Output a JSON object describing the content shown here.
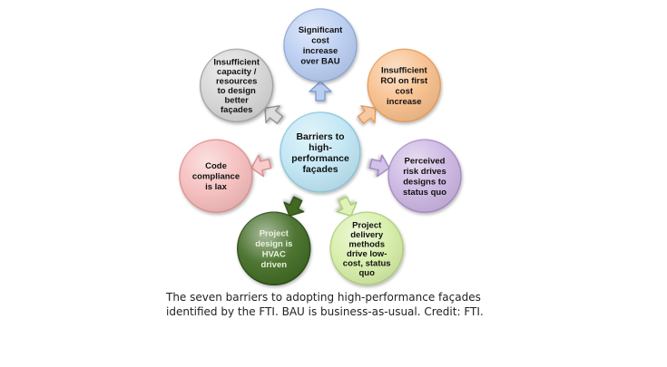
{
  "diagram": {
    "center": {
      "lines": [
        "Barriers to",
        "high-",
        "performance",
        "façades"
      ],
      "fill": "#bfe6f4",
      "stroke": "#8fc9df"
    },
    "nodes": [
      {
        "id": "significant-cost",
        "lines": [
          "Significant",
          "cost",
          "increase",
          "over BAU"
        ],
        "fill": "#b9cdf1",
        "stroke": "#93acd9",
        "text_color": "#111111"
      },
      {
        "id": "insufficient-roi",
        "lines": [
          "Insufficient",
          "ROI on first",
          "cost",
          "increase"
        ],
        "fill": "#f8be8a",
        "stroke": "#e6a062",
        "text_color": "#111111"
      },
      {
        "id": "perceived-risk",
        "lines": [
          "Perceived",
          "risk drives",
          "designs to",
          "status quo"
        ],
        "fill": "#cbb5e2",
        "stroke": "#a98fc6",
        "text_color": "#111111"
      },
      {
        "id": "project-delivery",
        "lines": [
          "Project",
          "delivery",
          "methods",
          "drive low-",
          "cost, status",
          "quo"
        ],
        "fill": "#d6eea7",
        "stroke": "#b3d27d",
        "text_color": "#111111"
      },
      {
        "id": "hvac-driven",
        "lines": [
          "Project",
          "design is",
          "HVAC",
          "driven"
        ],
        "fill": "#3f6a23",
        "stroke": "#2d4f18",
        "text_color": "#e8f2dc"
      },
      {
        "id": "code-compliance",
        "lines": [
          "Code",
          "compliance",
          "is lax"
        ],
        "fill": "#f5bcbc",
        "stroke": "#e39595",
        "text_color": "#111111"
      },
      {
        "id": "insufficient-capacity",
        "lines": [
          "Insufficient",
          "capacity /",
          "resources",
          "to design",
          "better",
          "façades"
        ],
        "fill": "#d6d6d6",
        "stroke": "#a8a8a8",
        "text_color": "#111111"
      }
    ],
    "arrows": [
      {
        "target": "significant-cost",
        "fill": "#b9cdf1",
        "stroke": "#7f9ccf"
      },
      {
        "target": "insufficient-roi",
        "fill": "#f8c9a0",
        "stroke": "#dd9a5e"
      },
      {
        "target": "perceived-risk",
        "fill": "#d3c1e8",
        "stroke": "#9f84c1"
      },
      {
        "target": "project-delivery",
        "fill": "#e0f2b8",
        "stroke": "#a9cb6f"
      },
      {
        "target": "hvac-driven",
        "fill": "#3f6a23",
        "stroke": "#2d4f18"
      },
      {
        "target": "code-compliance",
        "fill": "#f7cccc",
        "stroke": "#dc8b8b"
      },
      {
        "target": "insufficient-capacity",
        "fill": "#dcdcdc",
        "stroke": "#8f8f8f"
      }
    ]
  },
  "caption": {
    "line1": "The seven barriers to adopting high-performance façades",
    "line2": "identified by the FTI. BAU is business-as-usual. Credit: FTI."
  }
}
